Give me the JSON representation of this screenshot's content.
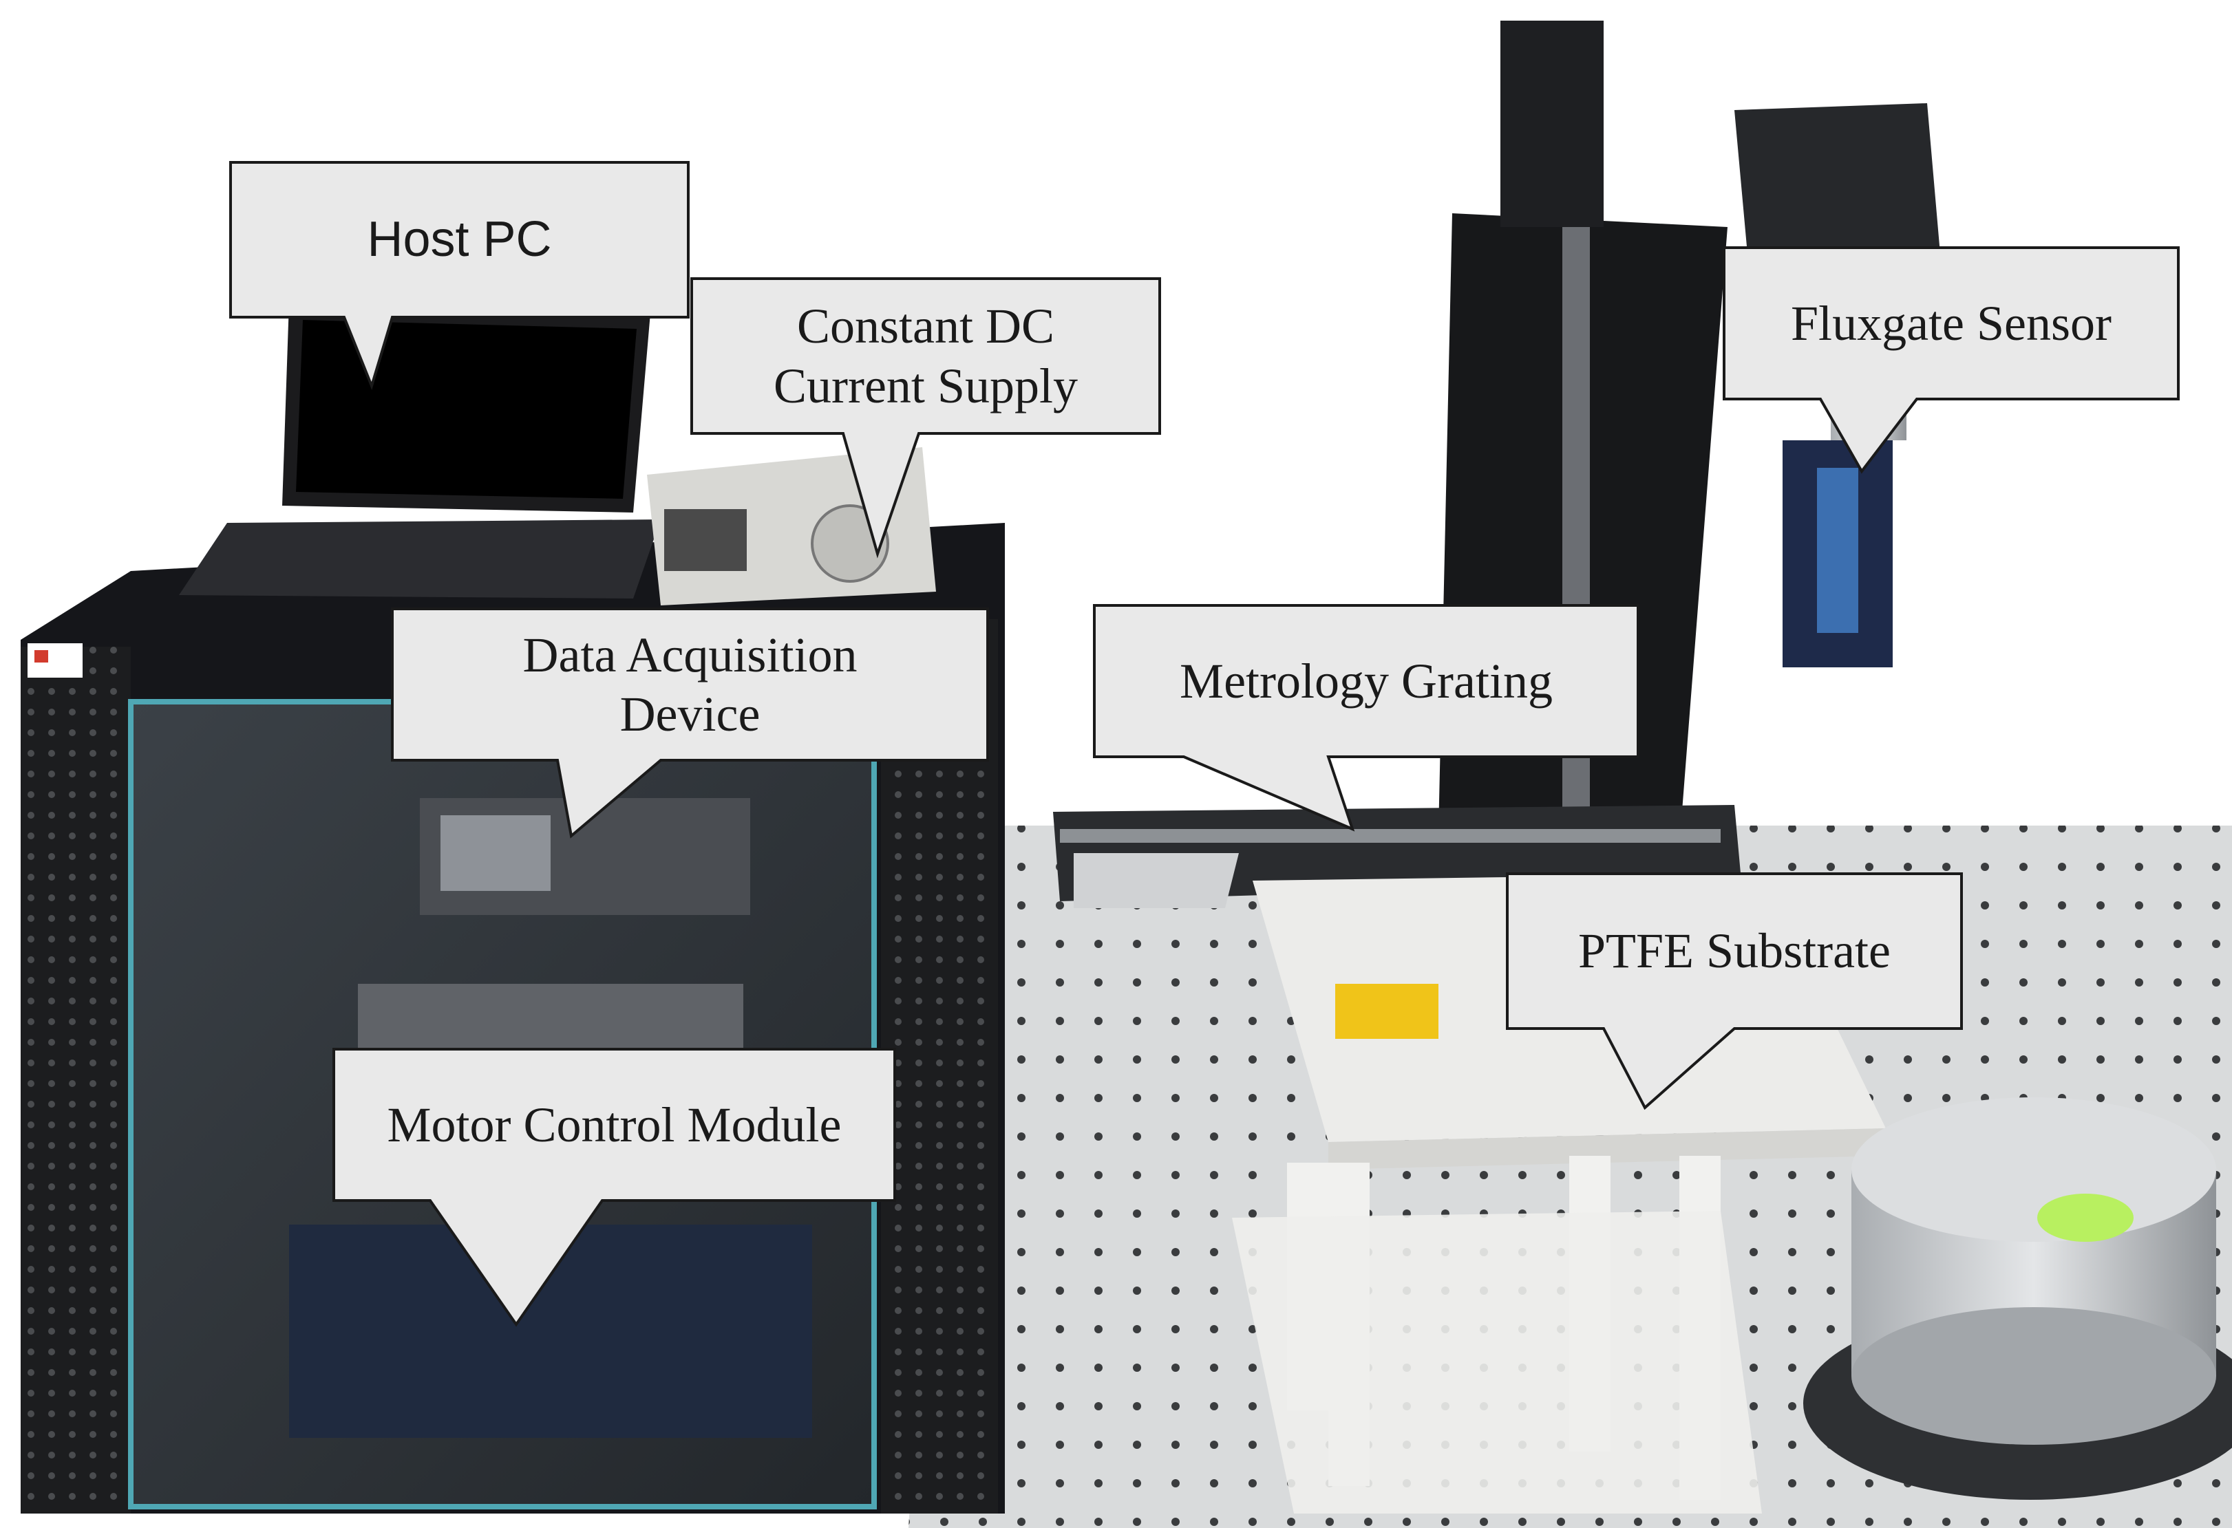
{
  "labels": {
    "host_pc": "Host PC",
    "dc_supply": [
      "Constant DC",
      "Current Supply"
    ],
    "fluxgate": "Fluxgate Sensor",
    "daq": [
      "Data Acquisition",
      "Device"
    ],
    "grating": "Metrology Grating",
    "ptfe": "PTFE Substrate",
    "motor": "Motor Control Module"
  },
  "colors": {
    "callout_fill": "#e9e9e9",
    "callout_stroke": "#1a1a1a",
    "text": "#1a1a1a"
  }
}
